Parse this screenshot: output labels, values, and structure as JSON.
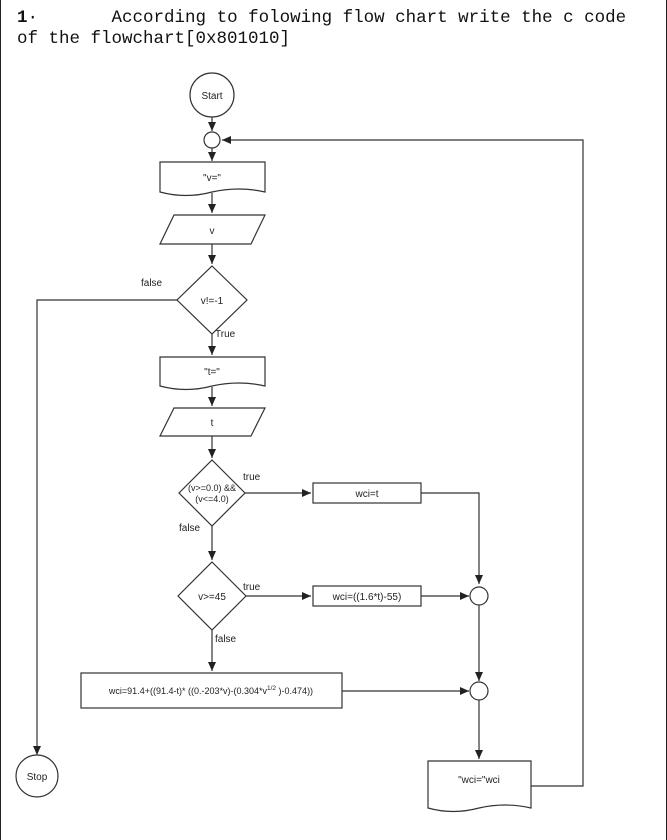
{
  "question": {
    "number": "1",
    "text": "According to folowing flow chart write the c code of the flowchart[0x801010]"
  },
  "flowchart": {
    "start": "Start",
    "stop": "Stop",
    "prompt_v": "\"v=\"",
    "input_v": "v",
    "decision_1": "v!=-1",
    "decision_1_true": "True",
    "decision_1_false": "false",
    "prompt_t": "\"t=\"",
    "input_t": "t",
    "decision_2_line1": "(v>=0.0) &&",
    "decision_2_line2": "(v<=4.0)",
    "decision_2_true": "true",
    "decision_2_false": "false",
    "process_1": "wci=t",
    "decision_3": "v>=45",
    "decision_3_true": "true",
    "decision_3_false": "false",
    "process_2": "wci=((1.6*t)-55)",
    "process_3_main": "wci=91.4+((91.4-t)* ((0.-203*v)-(0.304*v",
    "process_3_sup": "1/2",
    "process_3_end": " )-0.474))",
    "output_wci": "\"wci=\"wci"
  }
}
